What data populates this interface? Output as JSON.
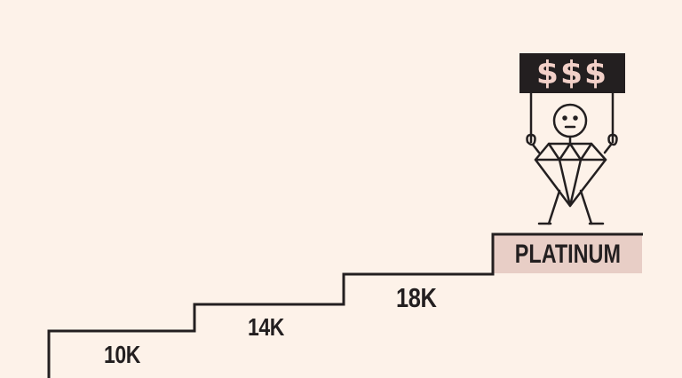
{
  "steps": [
    "10K",
    "14K",
    "18K"
  ],
  "top_tier": "PLATINUM",
  "sign_text": "$$$",
  "colors": {
    "background": "#fdf2e9",
    "ink": "#231f20",
    "tier_fill": "#e8cec6",
    "sign_text": "#f2d0c8"
  },
  "icons": [
    "diamond-stick-figure-icon"
  ]
}
